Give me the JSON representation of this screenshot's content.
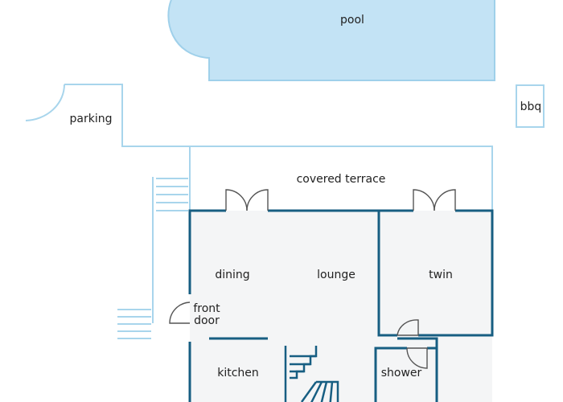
{
  "labels": {
    "pool": "pool",
    "bbq": "bbq",
    "parking": "parking",
    "covered_terrace": "covered terrace",
    "dining": "dining",
    "lounge": "lounge",
    "twin": "twin",
    "front_door_line1": "front",
    "front_door_line2": "door",
    "kitchen": "kitchen",
    "shower": "shower"
  },
  "colors": {
    "pool_fill": "#c3e3f5",
    "pool_edge": "#9fd0ea",
    "outdoor_line": "#a8d5ec",
    "wall": "#175e82",
    "room_fill": "#f4f5f6",
    "text": "#222222"
  }
}
